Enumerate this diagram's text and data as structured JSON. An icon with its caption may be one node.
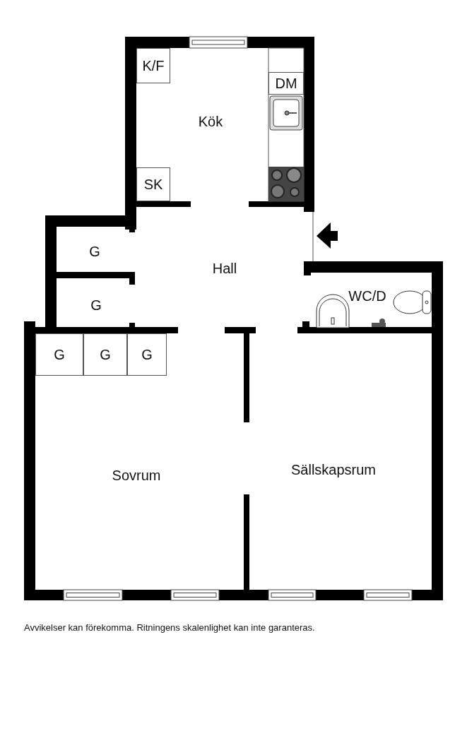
{
  "diagram": {
    "caption": "Avvikelser kan förekomma. Ritningens skalenlighet kan inte garanteras.",
    "nodes": [
      {
        "text": [
          "K/F"
        ]
      },
      {
        "text": [
          "DM"
        ]
      },
      {
        "text": [
          "SK"
        ]
      },
      {
        "text": [
          "G"
        ]
      },
      {
        "text": [
          "G"
        ]
      },
      {
        "text": [
          "G"
        ]
      }
    ],
    "labels": [
      "Kök",
      "Hall",
      "G",
      "G",
      "WC/D",
      "Sovrum",
      "Sällskapsrum"
    ]
  }
}
